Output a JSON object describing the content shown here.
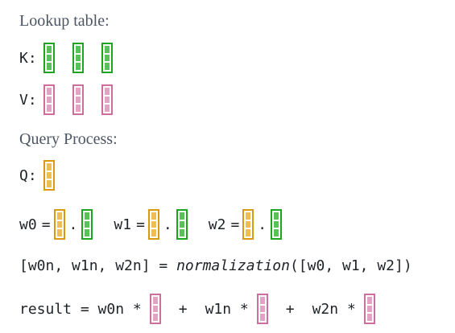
{
  "headings": {
    "lookup": "Lookup table:",
    "query": "Query Process:"
  },
  "lookup": {
    "k_label": "K:",
    "v_label": "V:",
    "k_color": "#1ea51e",
    "v_color": "#cc6f9f"
  },
  "query": {
    "q_label": "Q:",
    "q_color": "#d99a12"
  },
  "weights": {
    "w0": "w0",
    "w1": "w1",
    "w2": "w2",
    "eq": "=",
    "dot": "."
  },
  "normalization": {
    "lhs": "[w0n, w1n, w2n] = ",
    "func": "normalization",
    "args": "([w0, w1, w2])"
  },
  "result": {
    "lhs": "result = w0n *",
    "plus1": "+",
    "mid": "w1n *",
    "plus2": "+",
    "last": "w2n *"
  }
}
